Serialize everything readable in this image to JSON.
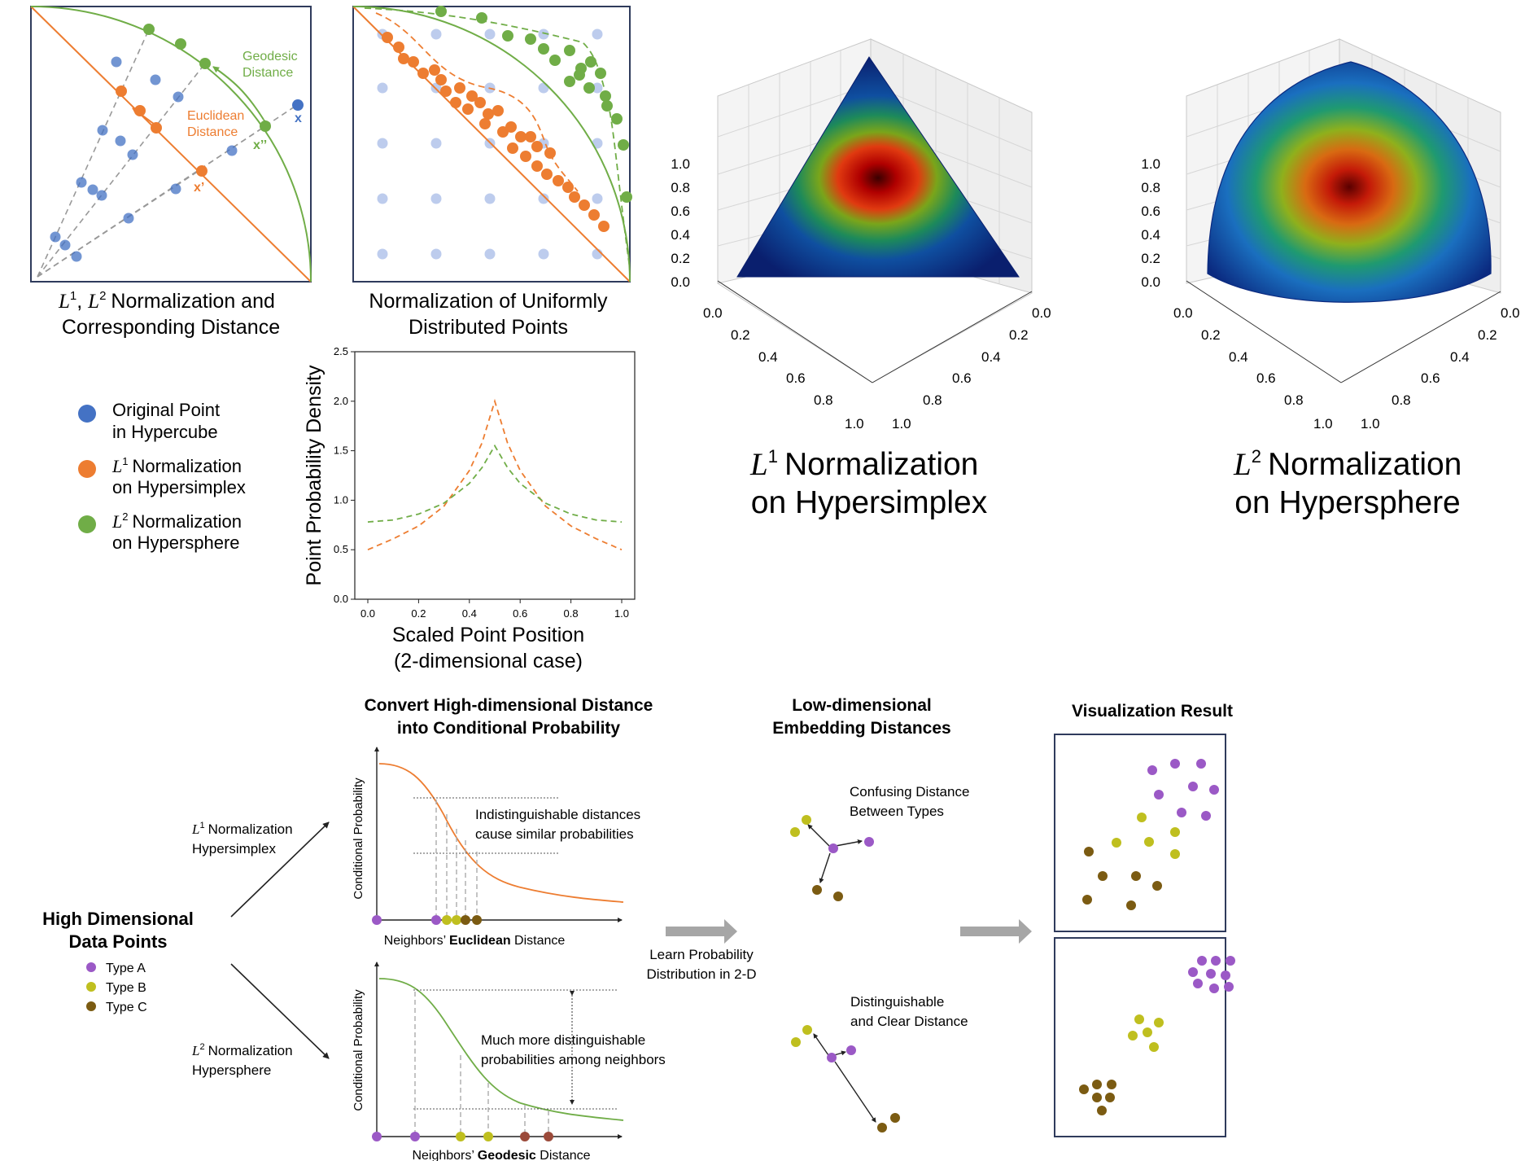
{
  "colors": {
    "blue": "#4472C4",
    "orange": "#ED7D31",
    "green": "#70AD47",
    "purple": "#9B59C6",
    "yellowgreen": "#BFBF1F",
    "brown": "#7B5B12",
    "frame": "#2F3B5C",
    "arrow_gray": "#A6A6A6"
  },
  "panel1": {
    "geodesic_label": [
      "Geodesic",
      "Distance"
    ],
    "euclidean_label": [
      "Euclidean",
      "Distance"
    ],
    "x_label": "x",
    "x2_label": "x’’",
    "x1_label": "x’",
    "caption_line1_tail": "Normalization and",
    "caption_line2": "Corresponding Distance"
  },
  "panel2": {
    "caption_line1": "Normalization of Uniformly",
    "caption_line2": "Distributed Points"
  },
  "legend": {
    "items": [
      {
        "color_key": "blue",
        "line1": "Original Point",
        "line2": "in Hypercube"
      },
      {
        "color_key": "orange",
        "line1": "Normalization",
        "line2": "on Hypersimplex",
        "sup": "1"
      },
      {
        "color_key": "green",
        "line1": "Normalization",
        "line2": "on Hypersphere",
        "sup": "2"
      }
    ]
  },
  "chart_data": {
    "type": "line",
    "ylabel": "Point Probability Density",
    "xlabel_line1": "Scaled Point Position",
    "xlabel_line2": "(2-dimensional case)",
    "xlim": [
      0,
      1
    ],
    "ylim": [
      0,
      2.5
    ],
    "xticks": [
      "0.0",
      "0.2",
      "0.4",
      "0.6",
      "0.8",
      "1.0"
    ],
    "yticks": [
      "0.0",
      "0.5",
      "1.0",
      "1.5",
      "2.0",
      "2.5"
    ],
    "series": [
      {
        "color_key": "orange",
        "x": [
          0.0,
          0.1,
          0.2,
          0.3,
          0.4,
          0.45,
          0.5,
          0.55,
          0.6,
          0.7,
          0.8,
          0.9,
          1.0
        ],
        "y": [
          0.5,
          0.61,
          0.74,
          0.94,
          1.3,
          1.58,
          2.0,
          1.58,
          1.3,
          0.94,
          0.74,
          0.61,
          0.5
        ]
      },
      {
        "color_key": "green",
        "x": [
          0.0,
          0.1,
          0.2,
          0.3,
          0.4,
          0.45,
          0.5,
          0.55,
          0.6,
          0.7,
          0.8,
          0.9,
          1.0
        ],
        "y": [
          0.78,
          0.8,
          0.86,
          0.97,
          1.17,
          1.33,
          1.55,
          1.33,
          1.17,
          0.97,
          0.86,
          0.8,
          0.78
        ]
      }
    ]
  },
  "plot3d_left": {
    "z_ticks": [
      "1.0",
      "0.8",
      "0.6",
      "0.4",
      "0.2",
      "0.0"
    ],
    "left_ticks": [
      "0.0",
      "0.2",
      "0.4",
      "0.6",
      "0.8",
      "1.0"
    ],
    "right_ticks": [
      "0.0",
      "0.2",
      "0.4",
      "0.6",
      "0.8",
      "1.0"
    ],
    "caption_line1": "Normalization",
    "caption_line2": "on Hypersimplex",
    "sup": "1"
  },
  "plot3d_right": {
    "z_ticks": [
      "1.0",
      "0.8",
      "0.6",
      "0.4",
      "0.2",
      "0.0"
    ],
    "left_ticks": [
      "0.0",
      "0.2",
      "0.4",
      "0.6",
      "0.8",
      "1.0"
    ],
    "right_ticks": [
      "0.0",
      "0.2",
      "0.4",
      "0.6",
      "0.8",
      "1.0"
    ],
    "caption_line1": "Normalization",
    "caption_line2": "on Hypersphere",
    "sup": "2"
  },
  "bottom": {
    "hd_title_line1": "High Dimensional",
    "hd_title_line2": "Data Points",
    "types": [
      {
        "color_key": "purple",
        "label": "Type A"
      },
      {
        "color_key": "yellowgreen",
        "label": "Type B"
      },
      {
        "color_key": "brown",
        "label": "Type C"
      }
    ],
    "l1_label_tail": "Normalization",
    "l1_label_line2": "Hypersimplex",
    "l2_label_tail": "Normalization",
    "l2_label_line2": "Hypersphere",
    "convert_title_line1": "Convert High-dimensional Distance",
    "convert_title_line2": "into Conditional Probability",
    "cond_prob_ylabel": "Conditional Probability",
    "top_chart_xlabel_pre": "Neighbors’ ",
    "top_chart_xlabel_bold": "Euclidean",
    "top_chart_xlabel_post": " Distance",
    "top_note_line1": "Indistinguishable distances",
    "top_note_line2": "cause similar probabilities",
    "bottom_chart_xlabel_pre": "Neighbors’ ",
    "bottom_chart_xlabel_bold": "Geodesic",
    "bottom_chart_xlabel_post": " Distance",
    "bottom_note_line1": "Much more distinguishable",
    "bottom_note_line2": "probabilities among neighbors",
    "learn_line1": "Learn Probability",
    "learn_line2": "Distribution in 2-D",
    "low_dim_title_line1": "Low-dimensional",
    "low_dim_title_line2": "Embedding Distances",
    "confusing_line1": "Confusing Distance",
    "confusing_line2": "Between Types",
    "clear_line1": "Distinguishable",
    "clear_line2": "and Clear Distance",
    "vis_title": "Visualization Result"
  }
}
